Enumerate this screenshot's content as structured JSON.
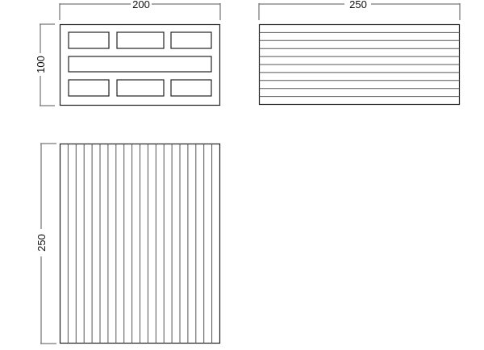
{
  "views": {
    "front": {
      "width_label": "200",
      "height_label": "100",
      "horizontal_slots_per_row": 3
    },
    "side": {
      "width_label": "250",
      "horizontal_lines": 9
    },
    "top": {
      "height_label": "250",
      "vertical_lines": 19
    }
  }
}
